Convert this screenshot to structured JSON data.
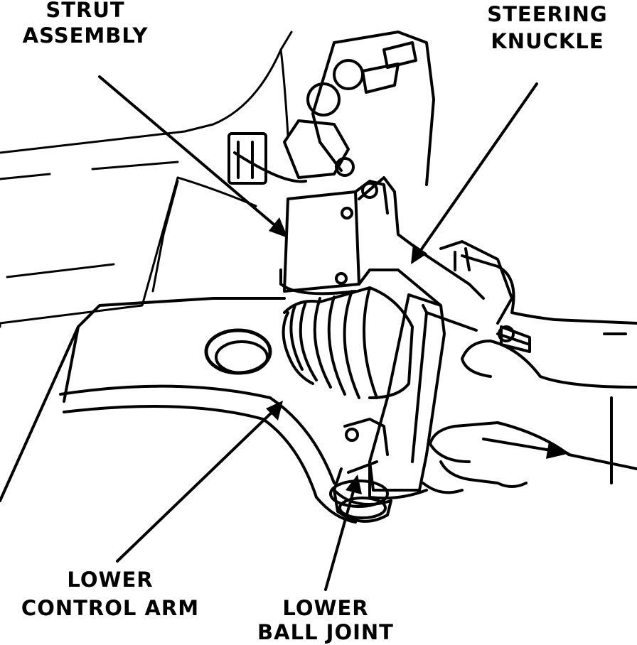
{
  "labels": {
    "strut_assembly": [
      "STRUT",
      "ASSEMBLY"
    ],
    "steering_knuckle": [
      "STEERING",
      "KNUCKLE"
    ],
    "lower_control_arm": [
      "LOWER",
      "CONTROL ARM"
    ],
    "lower_ball_joint": [
      "LOWER",
      "BALL JOINT"
    ]
  },
  "colors": {
    "ink": "#000000",
    "paper": "#ffffff"
  }
}
